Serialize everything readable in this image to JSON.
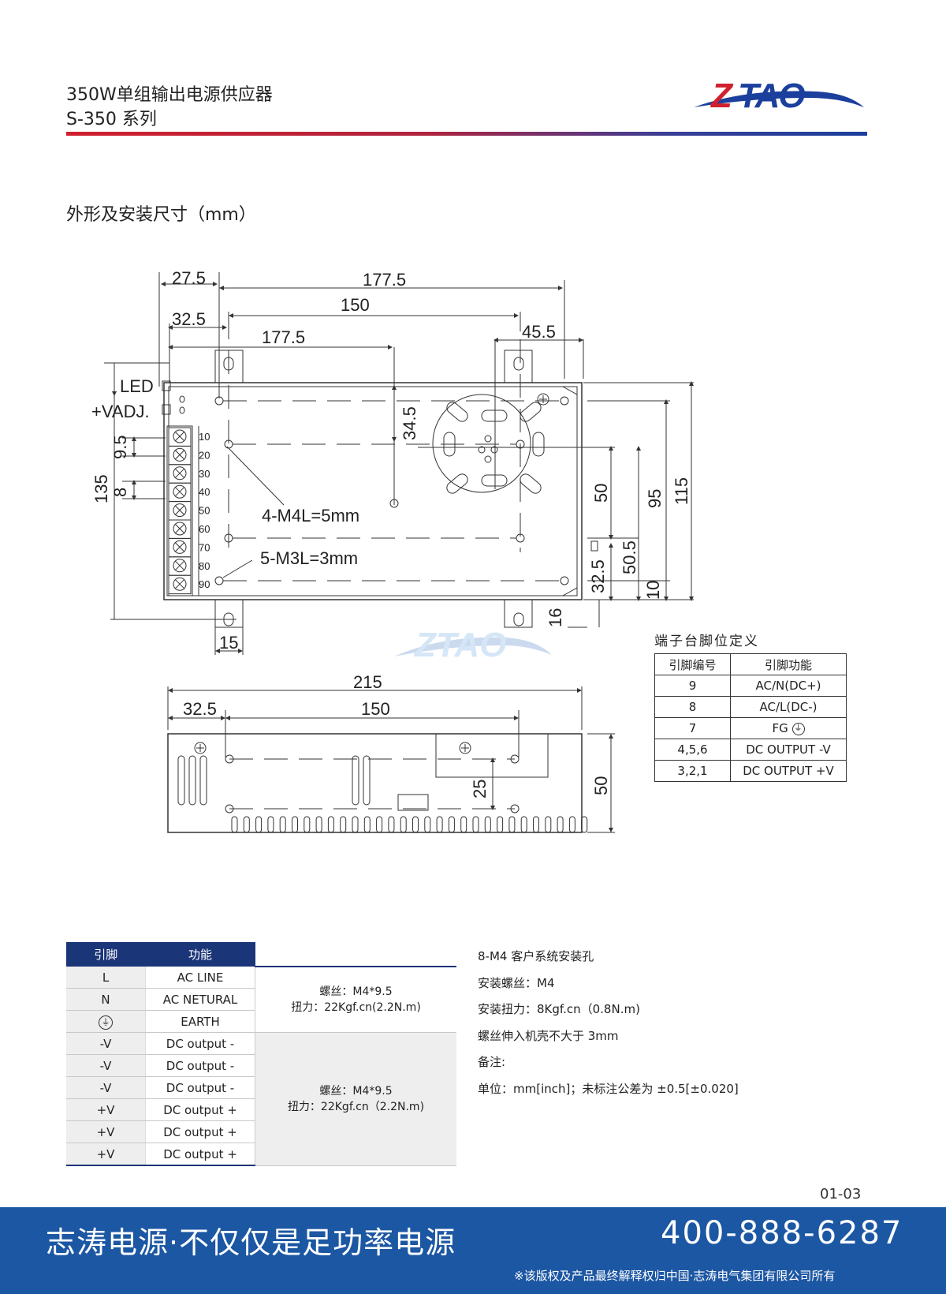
{
  "header": {
    "title_line1": "350W单组输出电源供应器",
    "title_line2": "S-350  系列",
    "logo_text": "ZTAO",
    "colors": {
      "brand_red": "#d0202e",
      "brand_blue": "#1b3f9c"
    }
  },
  "section_title": "外形及安装尺寸（mm）",
  "drawing": {
    "top_view": {
      "dim_27_5": "27.5",
      "dim_177_5_top": "177.5",
      "dim_150_top": "150",
      "dim_32_5_top": "32.5",
      "dim_177_5_inner": "177.5",
      "dim_45_5": "45.5",
      "dim_34_5": "34.5",
      "label_led": "LED",
      "label_vadj": "+VADJ.",
      "dim_9_5": "9.5",
      "dim_8": "8",
      "dim_135": "135",
      "terminal_numbers": [
        "10",
        "20",
        "30",
        "40",
        "50",
        "60",
        "70",
        "80",
        "90"
      ],
      "label_m4": "4-M4L=5mm",
      "label_m3": "5-M3L=3mm",
      "dim_50_right": "50",
      "dim_95": "95",
      "dim_115": "115",
      "dim_50_5": "50.5",
      "dim_32_5_right": "32.5",
      "dim_10": "10",
      "dim_16": "16",
      "dim_15": "15"
    },
    "side_view": {
      "dim_215": "215",
      "dim_32_5": "32.5",
      "dim_150": "150",
      "dim_25": "25",
      "dim_50": "50"
    },
    "watermark": "ZTAO"
  },
  "pin_definition": {
    "caption": "端子台脚位定义",
    "headers": [
      "引脚编号",
      "引脚功能"
    ],
    "rows": [
      {
        "pin": "9",
        "function": "AC/N(DC+)"
      },
      {
        "pin": "8",
        "function": "AC/L(DC-)"
      },
      {
        "pin": "7",
        "function": "FG"
      },
      {
        "pin": "4,5,6",
        "function": "DC OUTPUT -V"
      },
      {
        "pin": "3,2,1",
        "function": "DC OUTPUT +V"
      }
    ]
  },
  "terminal_table": {
    "headers": [
      "引脚",
      "功能",
      ""
    ],
    "rows": [
      {
        "pin": "L",
        "function": "AC LINE"
      },
      {
        "pin": "N",
        "function": "AC NETURAL"
      },
      {
        "pin": "",
        "function": "EARTH"
      },
      {
        "pin": "-V",
        "function": "DC output -"
      },
      {
        "pin": "-V",
        "function": "DC output -"
      },
      {
        "pin": "-V",
        "function": "DC output -"
      },
      {
        "pin": "+V",
        "function": "DC output +"
      },
      {
        "pin": "+V",
        "function": "DC output +"
      },
      {
        "pin": "+V",
        "function": "DC output +"
      }
    ],
    "ac_note_line1": "螺丝：M4*9.5",
    "ac_note_line2": "扭力：22Kgf.cn(2.2N.m)",
    "dc_note_line1": "螺丝：M4*9.5",
    "dc_note_line2": "扭力：22Kgf.cn（2.2N.m)"
  },
  "notes": [
    "8-M4 客户系统安装孔",
    "安装螺丝：M4",
    "安装扭力：8Kgf.cn（0.8N.m)",
    "螺丝伸入机壳不大于 3mm",
    "备注:",
    "单位：mm[inch]；未标注公差为 ±0.5[±0.020]"
  ],
  "page_number": "01-03",
  "footer": {
    "slogan": "志涛电源·不仅仅是足功率电源",
    "phone": "400-888-6287",
    "copyright": "※该版权及产品最终解释权归中国·志涛电气集团有限公司所有",
    "color": "#1c57a3"
  }
}
